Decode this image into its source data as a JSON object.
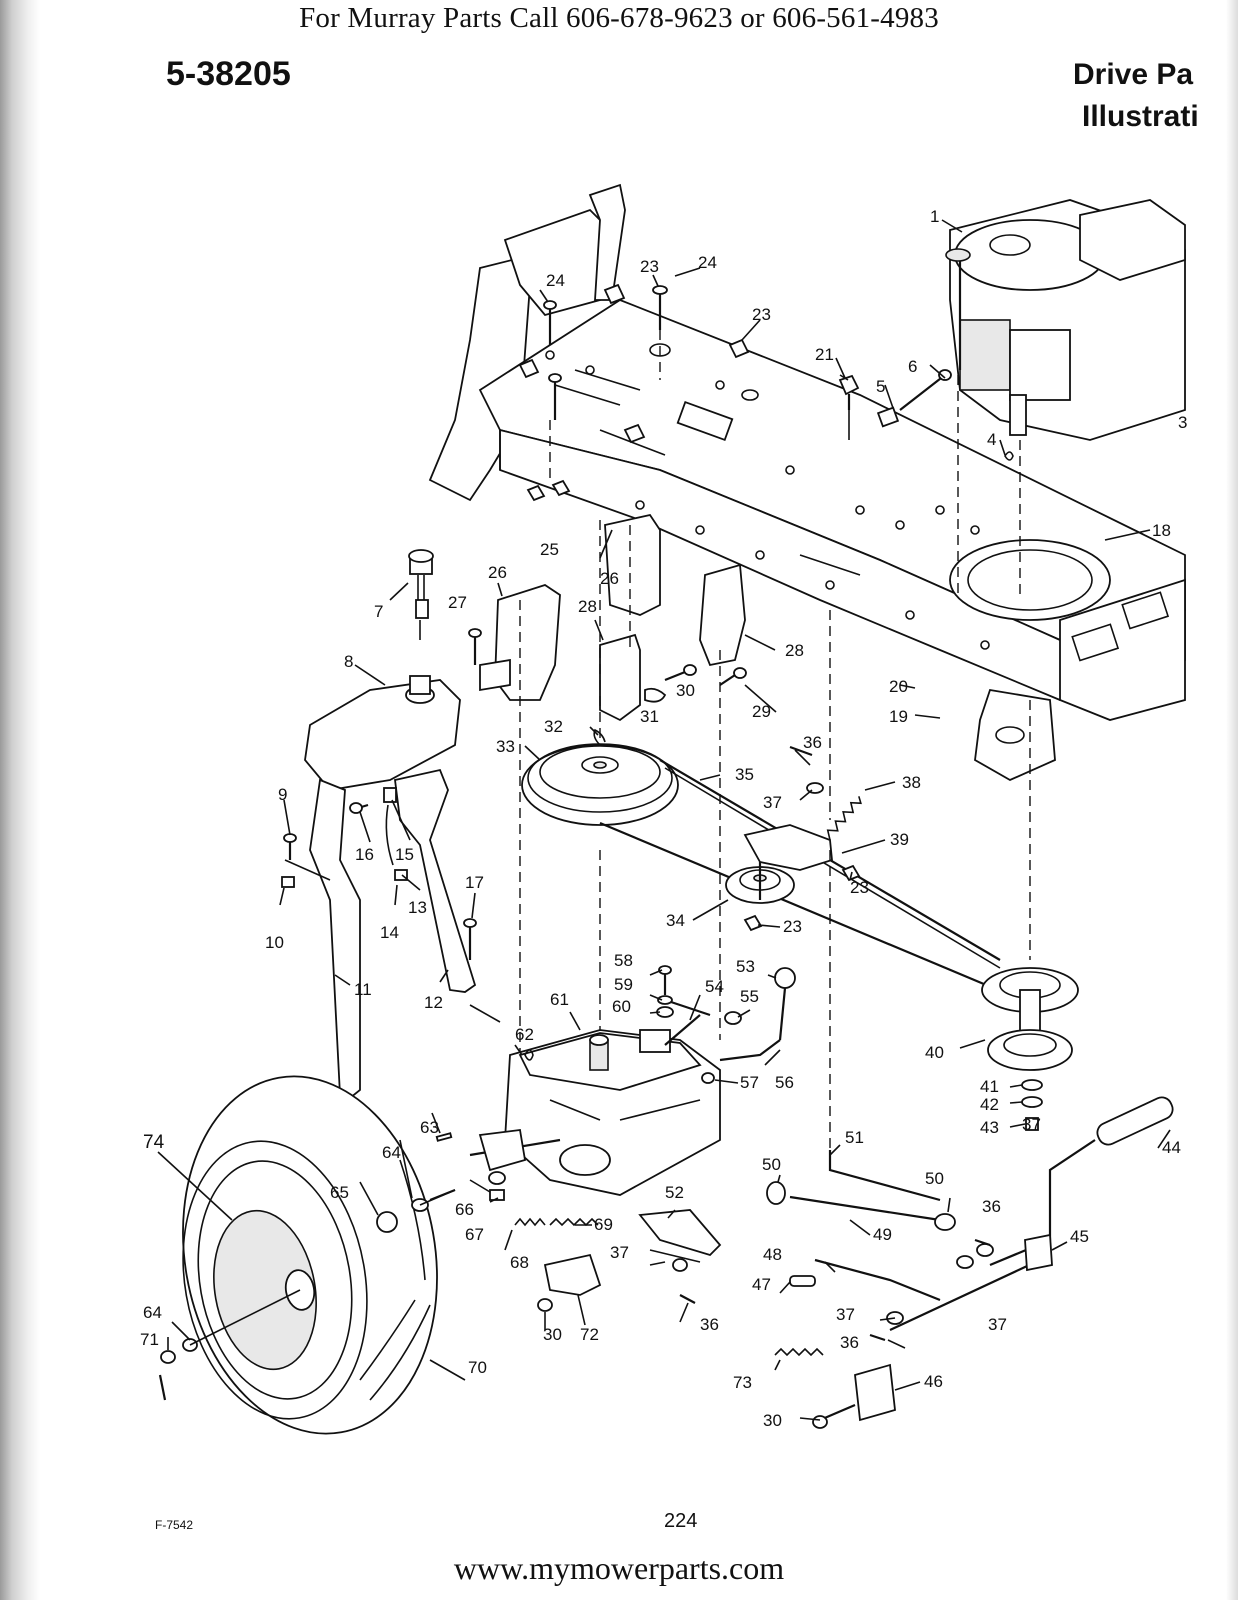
{
  "header": {
    "phone_line": "For Murray Parts Call 606-678-9623 or 606-561-4983",
    "model_number": "5-38205",
    "title_line1": "Drive Pa",
    "title_line2": "Illustrati"
  },
  "footer": {
    "figure_code": "F-7542",
    "page_number": "224",
    "website": "www.mymowerparts.com"
  },
  "part_labels": [
    "1",
    "3",
    "4",
    "5",
    "6",
    "7",
    "8",
    "9",
    "10",
    "11",
    "12",
    "13",
    "14",
    "15",
    "16",
    "17",
    "18",
    "19",
    "20",
    "21",
    "23",
    "23",
    "23",
    "23",
    "24",
    "24",
    "25",
    "26",
    "26",
    "27",
    "28",
    "28",
    "29",
    "30",
    "30",
    "30",
    "31",
    "32",
    "33",
    "34",
    "35",
    "36",
    "36",
    "36",
    "36",
    "37",
    "37",
    "37",
    "37",
    "37",
    "38",
    "39",
    "40",
    "41",
    "42",
    "43",
    "44",
    "45",
    "46",
    "47",
    "48",
    "49",
    "50",
    "50",
    "51",
    "52",
    "53",
    "54",
    "55",
    "56",
    "57",
    "58",
    "59",
    "60",
    "61",
    "62",
    "63",
    "64",
    "64",
    "65",
    "66",
    "67",
    "68",
    "69",
    "70",
    "71",
    "72",
    "73",
    "74"
  ]
}
